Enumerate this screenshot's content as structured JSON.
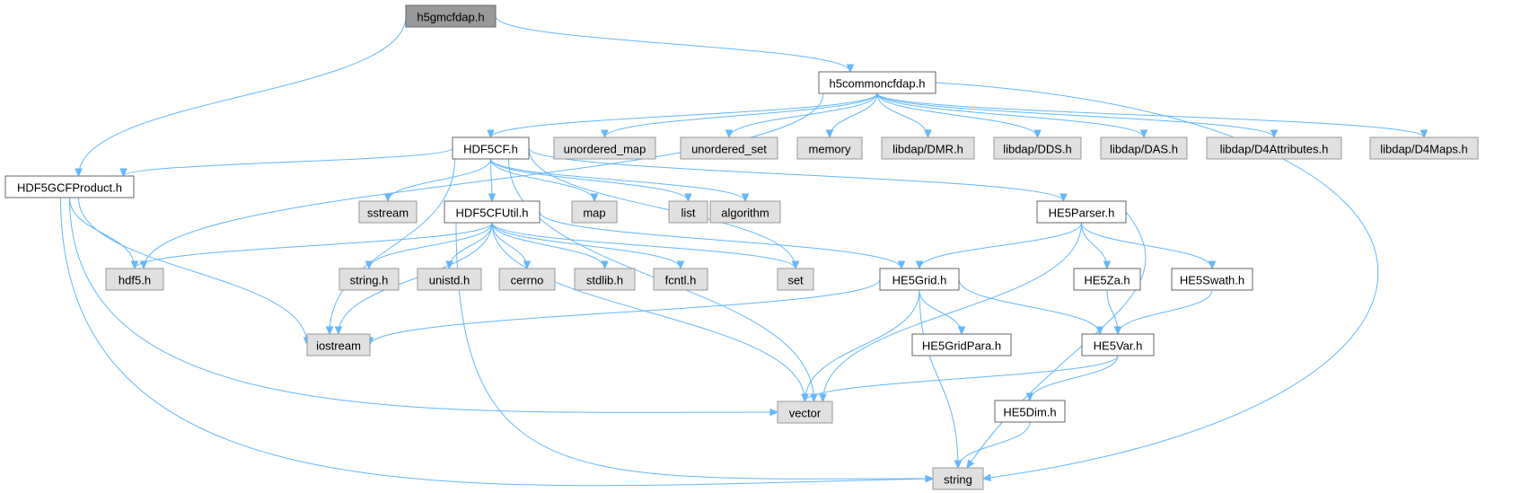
{
  "diagram": {
    "nodes": [
      {
        "id": "h5gmcfdap",
        "label": "h5gmcfdap.h",
        "kind": "root"
      },
      {
        "id": "h5commoncfdap",
        "label": "h5commoncfdap.h",
        "kind": "local"
      },
      {
        "id": "HDF5GCFProduct",
        "label": "HDF5GCFProduct.h",
        "kind": "local"
      },
      {
        "id": "HDF5CF",
        "label": "HDF5CF.h",
        "kind": "local"
      },
      {
        "id": "unordered_map",
        "label": "unordered_map",
        "kind": "system"
      },
      {
        "id": "unordered_set",
        "label": "unordered_set",
        "kind": "system"
      },
      {
        "id": "memory",
        "label": "memory",
        "kind": "system"
      },
      {
        "id": "DMR",
        "label": "libdap/DMR.h",
        "kind": "system"
      },
      {
        "id": "DDS",
        "label": "libdap/DDS.h",
        "kind": "system"
      },
      {
        "id": "DAS",
        "label": "libdap/DAS.h",
        "kind": "system"
      },
      {
        "id": "D4Attributes",
        "label": "libdap/D4Attributes.h",
        "kind": "system"
      },
      {
        "id": "D4Maps",
        "label": "libdap/D4Maps.h",
        "kind": "system"
      },
      {
        "id": "sstream",
        "label": "sstream",
        "kind": "system"
      },
      {
        "id": "HDF5CFUtil",
        "label": "HDF5CFUtil.h",
        "kind": "local"
      },
      {
        "id": "map",
        "label": "map",
        "kind": "system"
      },
      {
        "id": "list",
        "label": "list",
        "kind": "system"
      },
      {
        "id": "algorithm",
        "label": "algorithm",
        "kind": "system"
      },
      {
        "id": "HE5Parser",
        "label": "HE5Parser.h",
        "kind": "local"
      },
      {
        "id": "hdf5",
        "label": "hdf5.h",
        "kind": "system"
      },
      {
        "id": "stringh",
        "label": "string.h",
        "kind": "system"
      },
      {
        "id": "unistd",
        "label": "unistd.h",
        "kind": "system"
      },
      {
        "id": "cerrno",
        "label": "cerrno",
        "kind": "system"
      },
      {
        "id": "stdlib",
        "label": "stdlib.h",
        "kind": "system"
      },
      {
        "id": "fcntl",
        "label": "fcntl.h",
        "kind": "system"
      },
      {
        "id": "set",
        "label": "set",
        "kind": "system"
      },
      {
        "id": "HE5Grid",
        "label": "HE5Grid.h",
        "kind": "local"
      },
      {
        "id": "HE5Za",
        "label": "HE5Za.h",
        "kind": "local"
      },
      {
        "id": "HE5Swath",
        "label": "HE5Swath.h",
        "kind": "local"
      },
      {
        "id": "iostream",
        "label": "iostream",
        "kind": "system"
      },
      {
        "id": "HE5GridPara",
        "label": "HE5GridPara.h",
        "kind": "local"
      },
      {
        "id": "HE5Var",
        "label": "HE5Var.h",
        "kind": "local"
      },
      {
        "id": "vector",
        "label": "vector",
        "kind": "system"
      },
      {
        "id": "HE5Dim",
        "label": "HE5Dim.h",
        "kind": "local"
      },
      {
        "id": "string",
        "label": "string",
        "kind": "system"
      }
    ],
    "edges": [
      [
        "h5gmcfdap",
        "h5commoncfdap"
      ],
      [
        "h5gmcfdap",
        "HDF5GCFProduct"
      ],
      [
        "h5commoncfdap",
        "HDF5CF"
      ],
      [
        "h5commoncfdap",
        "unordered_map"
      ],
      [
        "h5commoncfdap",
        "unordered_set"
      ],
      [
        "h5commoncfdap",
        "memory"
      ],
      [
        "h5commoncfdap",
        "DMR"
      ],
      [
        "h5commoncfdap",
        "DDS"
      ],
      [
        "h5commoncfdap",
        "DAS"
      ],
      [
        "h5commoncfdap",
        "D4Attributes"
      ],
      [
        "h5commoncfdap",
        "D4Maps"
      ],
      [
        "h5commoncfdap",
        "hdf5"
      ],
      [
        "h5commoncfdap",
        "string"
      ],
      [
        "HDF5CF",
        "HDF5GCFProduct"
      ],
      [
        "HDF5CF",
        "sstream"
      ],
      [
        "HDF5CF",
        "HDF5CFUtil"
      ],
      [
        "HDF5CF",
        "map"
      ],
      [
        "HDF5CF",
        "list"
      ],
      [
        "HDF5CF",
        "algorithm"
      ],
      [
        "HDF5CF",
        "HE5Parser"
      ],
      [
        "HDF5CF",
        "iostream"
      ],
      [
        "HDF5CF",
        "set"
      ],
      [
        "HDF5CF",
        "vector"
      ],
      [
        "HDF5GCFProduct",
        "hdf5"
      ],
      [
        "HDF5GCFProduct",
        "iostream"
      ],
      [
        "HDF5GCFProduct",
        "vector"
      ],
      [
        "HDF5GCFProduct",
        "string"
      ],
      [
        "HDF5CFUtil",
        "hdf5"
      ],
      [
        "HDF5CFUtil",
        "stringh"
      ],
      [
        "HDF5CFUtil",
        "unistd"
      ],
      [
        "HDF5CFUtil",
        "cerrno"
      ],
      [
        "HDF5CFUtil",
        "stdlib"
      ],
      [
        "HDF5CFUtil",
        "fcntl"
      ],
      [
        "HDF5CFUtil",
        "set"
      ],
      [
        "HDF5CFUtil",
        "HE5Grid"
      ],
      [
        "HDF5CFUtil",
        "iostream"
      ],
      [
        "HDF5CFUtil",
        "vector"
      ],
      [
        "HDF5CFUtil",
        "string"
      ],
      [
        "HE5Parser",
        "HE5Grid"
      ],
      [
        "HE5Parser",
        "HE5Za"
      ],
      [
        "HE5Parser",
        "HE5Swath"
      ],
      [
        "HE5Parser",
        "vector"
      ],
      [
        "HE5Parser",
        "string"
      ],
      [
        "HE5Grid",
        "iostream"
      ],
      [
        "HE5Grid",
        "HE5GridPara"
      ],
      [
        "HE5Grid",
        "HE5Var"
      ],
      [
        "HE5Grid",
        "vector"
      ],
      [
        "HE5Grid",
        "string"
      ],
      [
        "HE5Za",
        "HE5Var"
      ],
      [
        "HE5Swath",
        "HE5Var"
      ],
      [
        "HE5Var",
        "vector"
      ],
      [
        "HE5Var",
        "HE5Dim"
      ],
      [
        "HE5Dim",
        "string"
      ]
    ]
  }
}
